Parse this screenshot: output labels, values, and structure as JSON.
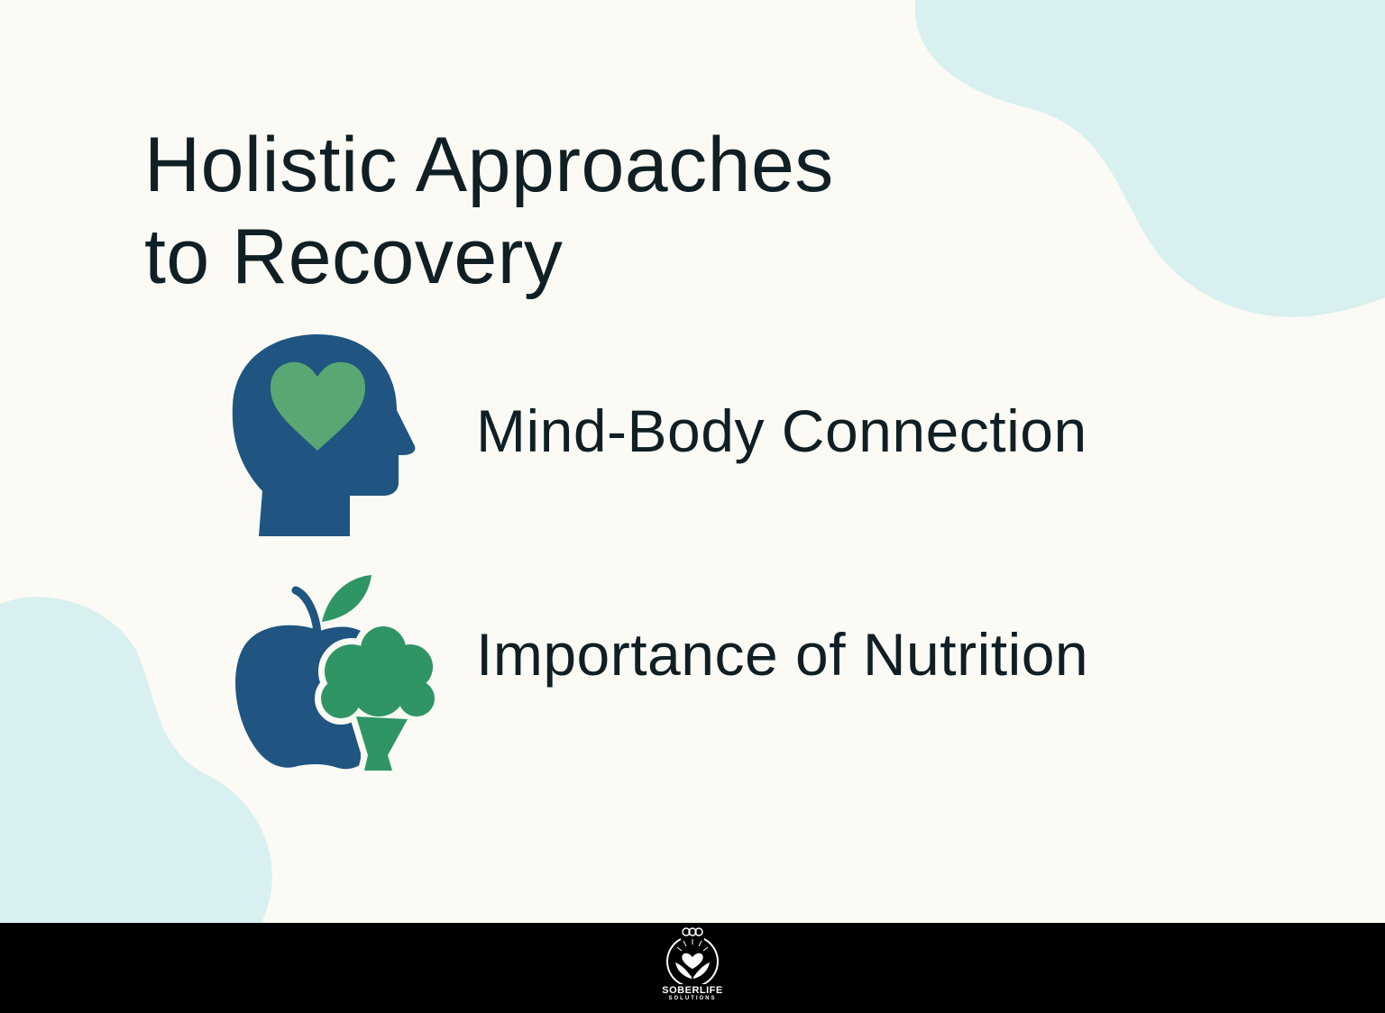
{
  "title": {
    "line1": "Holistic Approaches",
    "line2": "to Recovery"
  },
  "items": [
    {
      "label": "Mind-Body Connection",
      "icon": "head-with-heart-icon"
    },
    {
      "label": "Importance of Nutrition",
      "icon": "apple-broccoli-icon"
    }
  ],
  "footer": {
    "brand": "SOBERLIFE",
    "brand_sub": "SOLUTIONS",
    "logo_icon": "hands-holding-heart-logo"
  },
  "colors": {
    "background": "#fbfaf5",
    "blob": "#d8f0ef",
    "text": "#0f1f24",
    "navy": "#1f5580",
    "heart_green": "#5aa774",
    "broccoli_green": "#2f9565",
    "footer": "#000000"
  }
}
